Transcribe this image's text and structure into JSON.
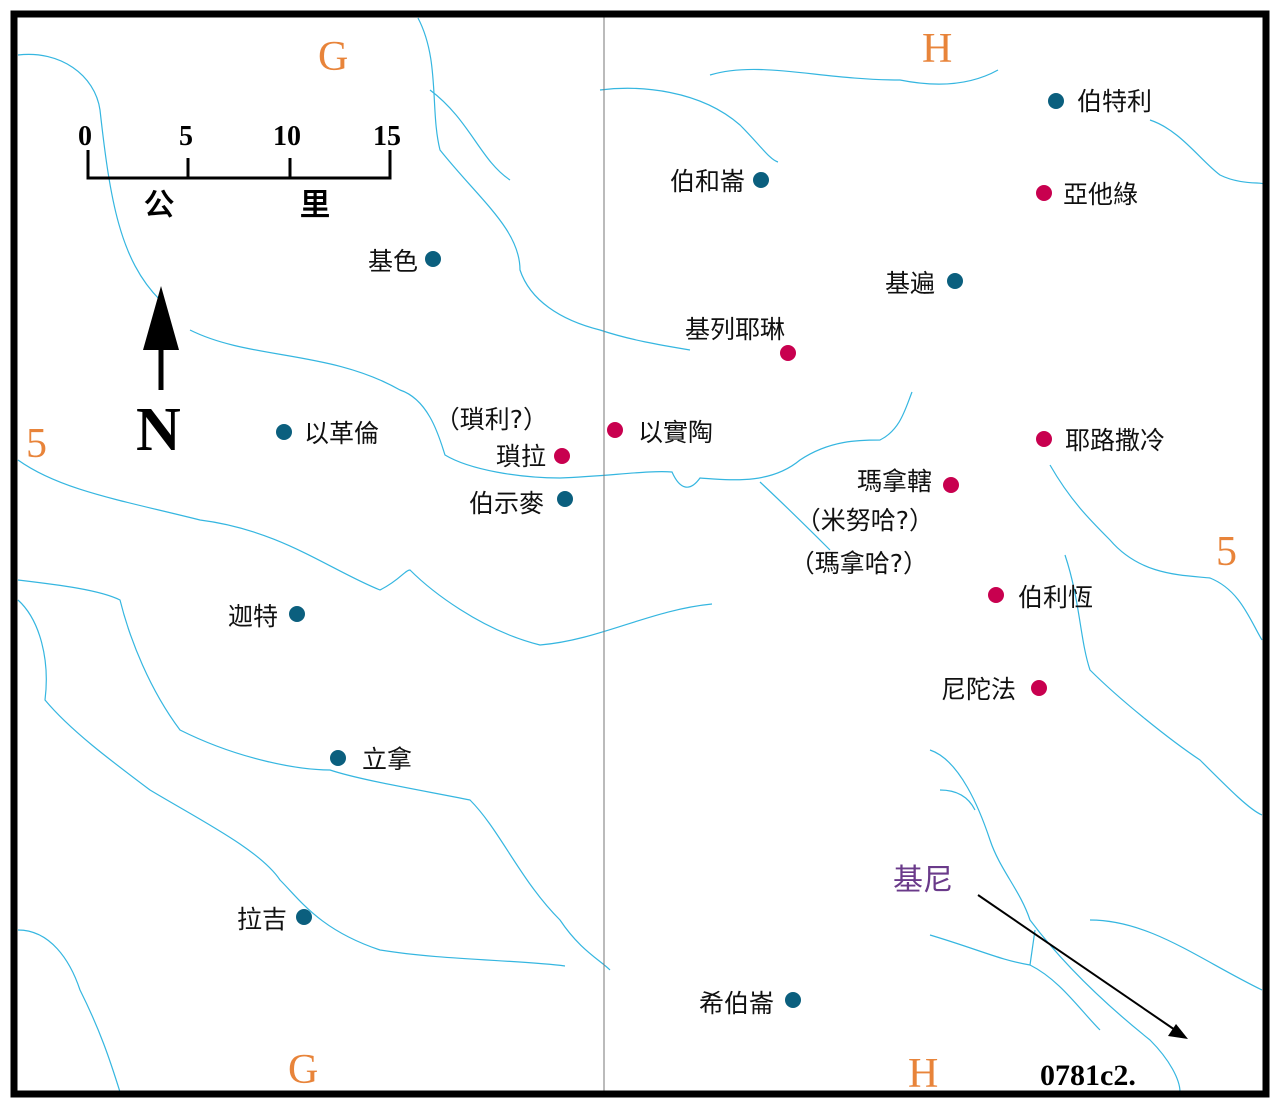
{
  "colors": {
    "known_site": "#0b5f7e",
    "new_site": "#c8004f",
    "river": "#35b6e0",
    "grid": "#e8843a",
    "region": "#6a3a8a"
  },
  "grid": {
    "col_g": "G",
    "col_h": "H",
    "row_5": "5"
  },
  "scale": {
    "ticks": [
      "0",
      "5",
      "10",
      "15"
    ],
    "unit_1": "公",
    "unit_2": "里"
  },
  "north": "N",
  "region_label": "基尼",
  "code": "0781c2.",
  "places": [
    {
      "name": "伯特利",
      "type": "known"
    },
    {
      "name": "伯和崙",
      "type": "known"
    },
    {
      "name": "亞他綠",
      "type": "new"
    },
    {
      "name": "基色",
      "type": "known"
    },
    {
      "name": "基遍",
      "type": "known"
    },
    {
      "name": "基列耶琳",
      "type": "new"
    },
    {
      "name": "以革倫",
      "type": "known"
    },
    {
      "name": "（瑣利?）",
      "type": "alt"
    },
    {
      "name": "瑣拉",
      "type": "new"
    },
    {
      "name": "以實陶",
      "type": "new"
    },
    {
      "name": "耶路撒冷",
      "type": "new"
    },
    {
      "name": "伯示麥",
      "type": "known"
    },
    {
      "name": "瑪拿轄",
      "type": "new"
    },
    {
      "name": "（米努哈?）",
      "type": "alt"
    },
    {
      "name": "（瑪拿哈?）",
      "type": "alt"
    },
    {
      "name": "伯利恆",
      "type": "new"
    },
    {
      "name": "迦特",
      "type": "known"
    },
    {
      "name": "尼陀法",
      "type": "new"
    },
    {
      "name": "立拿",
      "type": "known"
    },
    {
      "name": "拉吉",
      "type": "known"
    },
    {
      "name": "希伯崙",
      "type": "known"
    }
  ]
}
